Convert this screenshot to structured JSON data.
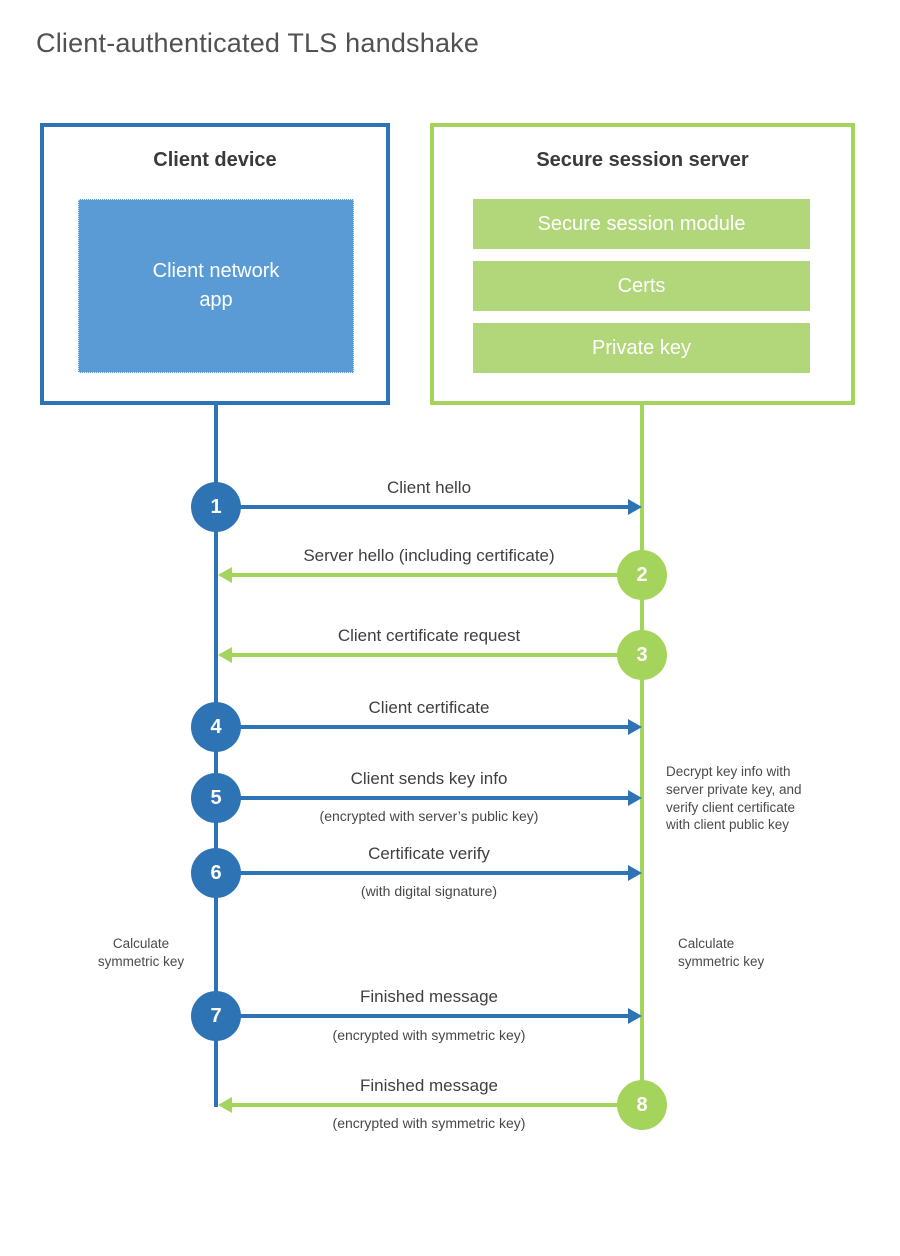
{
  "title": "Client-authenticated TLS handshake",
  "colors": {
    "blue": "#2e74b5",
    "blue_fill": "#5b9bd5",
    "green": "#a5d45c",
    "green_fill": "#b1d77a"
  },
  "client": {
    "title": "Client device",
    "app_label": "Client network\napp"
  },
  "server": {
    "title": "Secure session server",
    "modules": [
      "Secure session module",
      "Certs",
      "Private key"
    ]
  },
  "steps": [
    {
      "number": "1",
      "from": "client",
      "label": "Client hello",
      "sublabel": ""
    },
    {
      "number": "2",
      "from": "server",
      "label": "Server hello (including certificate)",
      "sublabel": ""
    },
    {
      "number": "3",
      "from": "server",
      "label": "Client certificate request",
      "sublabel": ""
    },
    {
      "number": "4",
      "from": "client",
      "label": "Client certificate",
      "sublabel": ""
    },
    {
      "number": "5",
      "from": "client",
      "label": "Client sends key info",
      "sublabel": "(encrypted with server’s public key)"
    },
    {
      "number": "6",
      "from": "client",
      "label": "Certificate verify",
      "sublabel": "(with digital signature)"
    },
    {
      "number": "7",
      "from": "client",
      "label": "Finished message",
      "sublabel": "(encrypted with symmetric key)"
    },
    {
      "number": "8",
      "from": "server",
      "label": "Finished message",
      "sublabel": "(encrypted with symmetric key)"
    }
  ],
  "notes": {
    "decrypt": "Decrypt key info with\nserver private key, and\nverify client certificate\nwith client public key",
    "calc_client": "Calculate\nsymmetric key",
    "calc_server": "Calculate\nsymmetric key"
  }
}
